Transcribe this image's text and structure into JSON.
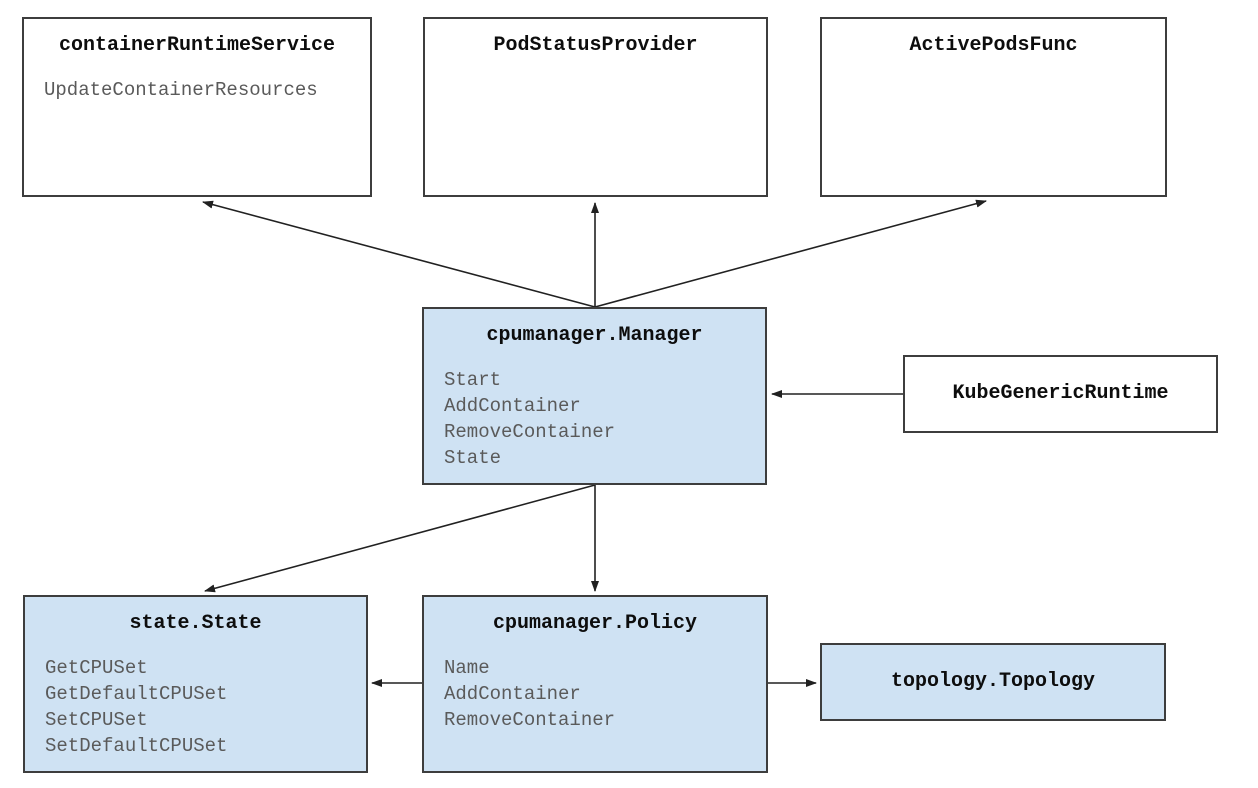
{
  "diagram": {
    "description": "CPU Manager component diagram",
    "colors": {
      "highlight_fill": "#cfe2f3",
      "plain_fill": "#ffffff",
      "border": "#3d3d3d",
      "title_text": "#0d0d0d",
      "method_text": "#5a5a5a",
      "arrow": "#212121"
    }
  },
  "boxes": {
    "container_runtime_service": {
      "title": "containerRuntimeService",
      "methods": [
        "UpdateContainerResources"
      ],
      "highlighted": false
    },
    "pod_status_provider": {
      "title": "PodStatusProvider",
      "methods": [],
      "highlighted": false
    },
    "active_pods_func": {
      "title": "ActivePodsFunc",
      "methods": [],
      "highlighted": false
    },
    "cpumanager_manager": {
      "title": "cpumanager.Manager",
      "methods": [
        "Start",
        "AddContainer",
        "RemoveContainer",
        "State"
      ],
      "highlighted": true
    },
    "kube_generic_runtime": {
      "title": "KubeGenericRuntime",
      "methods": [],
      "highlighted": false
    },
    "state_state": {
      "title": "state.State",
      "methods": [
        "GetCPUSet",
        "GetDefaultCPUSet",
        "SetCPUSet",
        "SetDefaultCPUSet"
      ],
      "highlighted": true
    },
    "cpumanager_policy": {
      "title": "cpumanager.Policy",
      "methods": [
        "Name",
        "AddContainer",
        "RemoveContainer"
      ],
      "highlighted": true
    },
    "topology_topology": {
      "title": "topology.Topology",
      "methods": [],
      "highlighted": true
    }
  },
  "edges": [
    {
      "from": "cpumanager.Manager",
      "to": "containerRuntimeService"
    },
    {
      "from": "cpumanager.Manager",
      "to": "PodStatusProvider"
    },
    {
      "from": "cpumanager.Manager",
      "to": "ActivePodsFunc"
    },
    {
      "from": "KubeGenericRuntime",
      "to": "cpumanager.Manager"
    },
    {
      "from": "cpumanager.Manager",
      "to": "state.State"
    },
    {
      "from": "cpumanager.Manager",
      "to": "cpumanager.Policy"
    },
    {
      "from": "cpumanager.Policy",
      "to": "state.State"
    },
    {
      "from": "cpumanager.Policy",
      "to": "topology.Topology"
    }
  ]
}
